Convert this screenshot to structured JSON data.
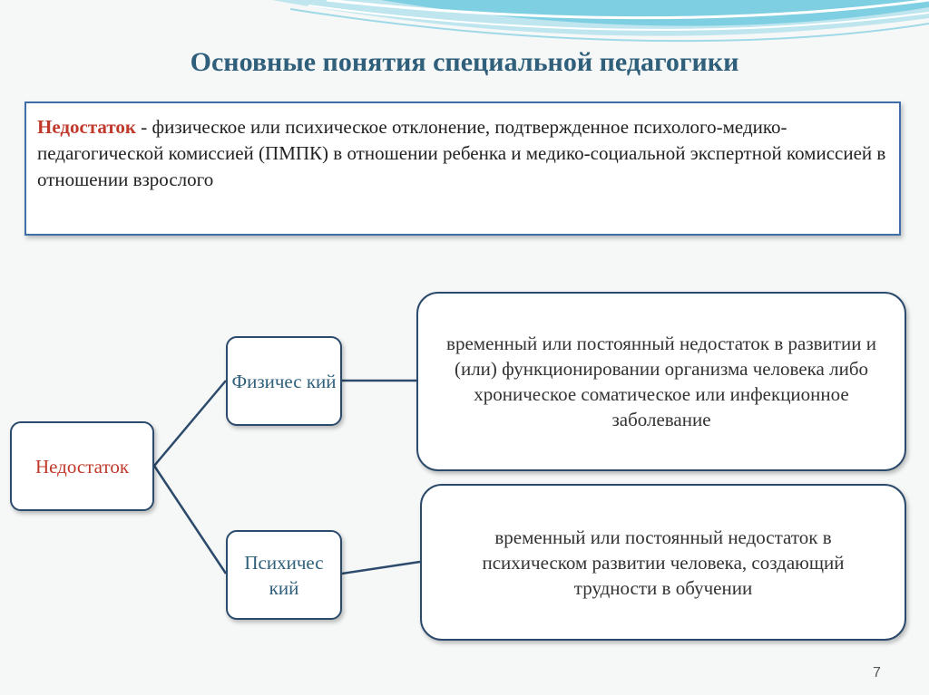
{
  "slide": {
    "title": "Основные  понятия специальной педагогики",
    "page_number": "7"
  },
  "definition": {
    "term": "Недостаток",
    "text": " - физическое или психическое отклонение, подтвержденное психолого-медико-педагогической комиссией  (ПМПК) в отношении ребенка и медико-социальной экспертной комиссией в отношении взрослого"
  },
  "diagram": {
    "root": "Недостаток",
    "branches": [
      {
        "label": "Физичес кий",
        "description": "временный или постоянный недостаток в развитии и (или) функционировании организма человека либо хроническое соматическое или инфекционное заболевание"
      },
      {
        "label": "Психичес кий",
        "description": "временный или постоянный недостаток в психическом развитии человека, создающий трудности в обучении"
      }
    ]
  },
  "colors": {
    "title": "#2f5f7a",
    "accent_red": "#c0392b",
    "border_blue": "#3f6fa8",
    "connector": "#2c4a6b",
    "wave": "#6fc6dd"
  }
}
